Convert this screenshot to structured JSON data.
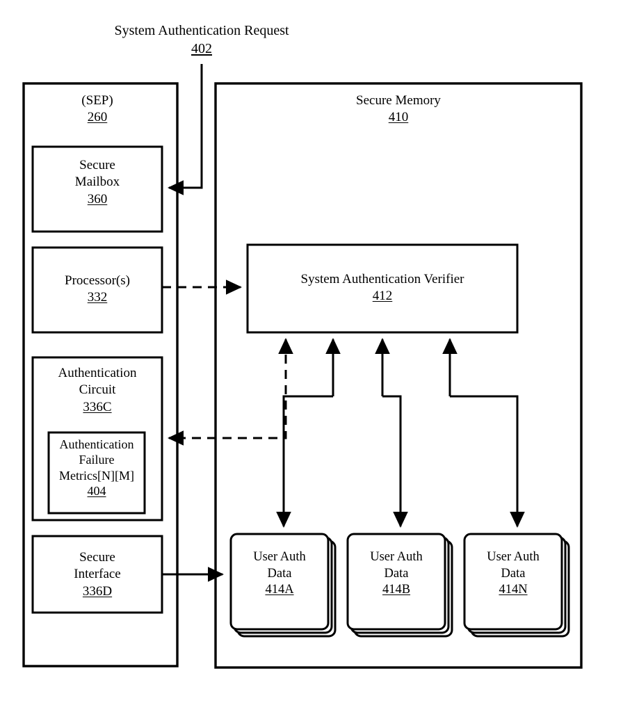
{
  "figure": {
    "request_label": {
      "title": "System Authentication Request",
      "ref": "402"
    },
    "sep_panel": {
      "title": "(SEP)",
      "ref": "260",
      "blocks": [
        {
          "name": "secure-mailbox",
          "line1": "Secure",
          "line2": "Mailbox",
          "ref": "360"
        },
        {
          "name": "processors",
          "line1": "Processor(s)",
          "line2": "",
          "ref": "332"
        },
        {
          "name": "authentication-circuit",
          "line1": "Authentication",
          "line2": "Circuit",
          "ref": "336C"
        },
        {
          "name": "secure-interface",
          "line1": "Secure",
          "line2": "Interface",
          "ref": "336D"
        }
      ],
      "nested_block": {
        "line1": "Authentication",
        "line2": "Failure",
        "line3": "Metrics[N][M]",
        "ref": "404"
      }
    },
    "secure_memory_panel": {
      "title": "Secure Memory",
      "ref": "410",
      "verifier": {
        "title": "System Authentication Verifier",
        "ref": "412"
      },
      "data_stacks": [
        {
          "line1": "User Auth",
          "line2": "Data",
          "ref": "414A"
        },
        {
          "line1": "User Auth",
          "line2": "Data",
          "ref": "414B"
        },
        {
          "line1": "User Auth",
          "line2": "Data",
          "ref": "414N"
        }
      ]
    },
    "style": {
      "stroke": "#000000",
      "background": "#ffffff"
    }
  }
}
